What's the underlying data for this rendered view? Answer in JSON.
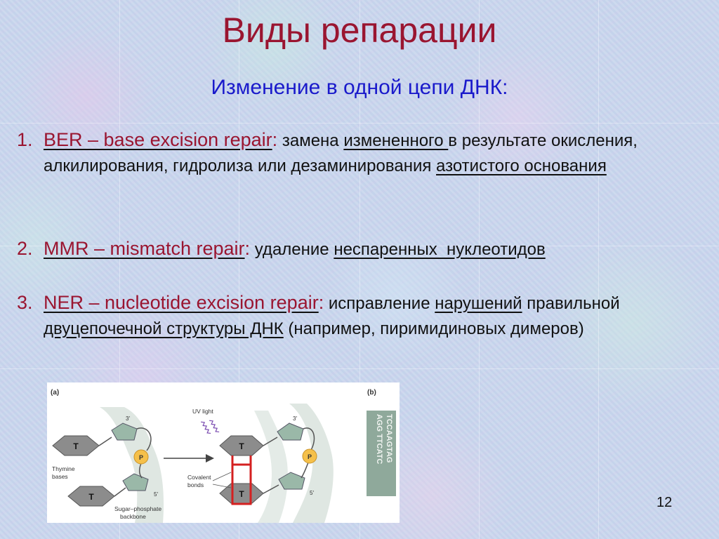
{
  "title": "Виды репарации",
  "subtitle": "Изменение в одной цепи ДНК:",
  "items": [
    {
      "number": "1.",
      "term": "BER – base excision repair",
      "colon": ":",
      "t1": " замена ",
      "u1": "измененного ",
      "t2": "в результате окисления, алкилирования, гидролиза или дезаминирования ",
      "u2": "азотистого основания"
    },
    {
      "number": "2.",
      "term": "MMR – mismatch repair",
      "colon": ":",
      "t1": " удаление ",
      "u1": "неспаренных  нуклеотидов"
    },
    {
      "number": "3.",
      "term": "NER – nucleotide excision repair",
      "colon": ":",
      "t1": " исправление ",
      "u1": "нарушений",
      "t2": " правильной ",
      "u2": "двуцепочечной структуры ДНК",
      "t3": " (например, пиримидиновых димеров)"
    }
  ],
  "figure": {
    "panel_a": "(a)",
    "panel_b": "(b)",
    "label_thymine": "Thymine",
    "label_bases": "bases",
    "label_uv": "UV light",
    "label_covalent": "Covalent",
    "label_bonds": "bonds",
    "label_sugar": "Sugar–phosphate",
    "label_backbone": "backbone",
    "base_T": "T",
    "phosphate_P": "P",
    "prime3": "3′",
    "prime5": "5′",
    "seq_top": "AGG TTCATC",
    "seq_bottom": "TCCAAGTAG"
  },
  "page_number": "12"
}
